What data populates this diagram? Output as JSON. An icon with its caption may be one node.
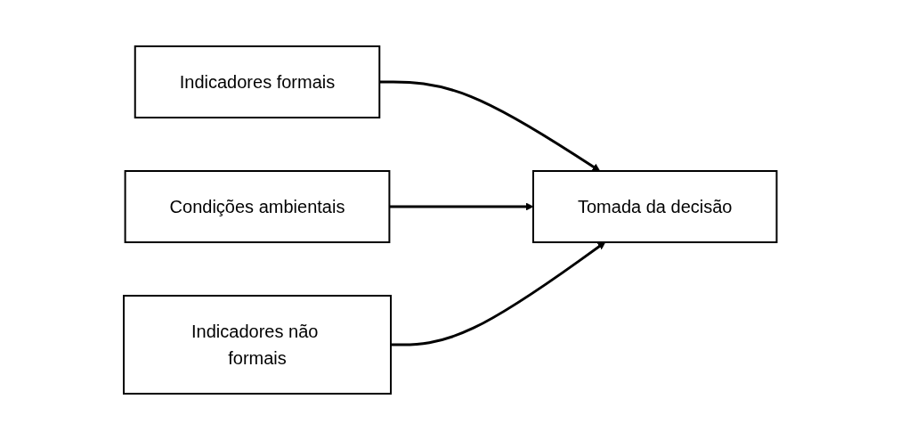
{
  "diagram": {
    "nodes": [
      {
        "text": [
          "Indicadores formais"
        ]
      },
      {
        "text": [
          "Condições ambientais"
        ]
      },
      {
        "text": [
          "Tomada da decisão"
        ]
      },
      {
        "text": [
          "Indicadores não formais"
        ]
      }
    ],
    "edges": [
      {
        "from": 0,
        "to": 2,
        "arrow": "to"
      },
      {
        "from": 1,
        "to": 2,
        "arrow": "to"
      },
      {
        "from": 3,
        "to": 2,
        "arrow": "to"
      }
    ]
  }
}
